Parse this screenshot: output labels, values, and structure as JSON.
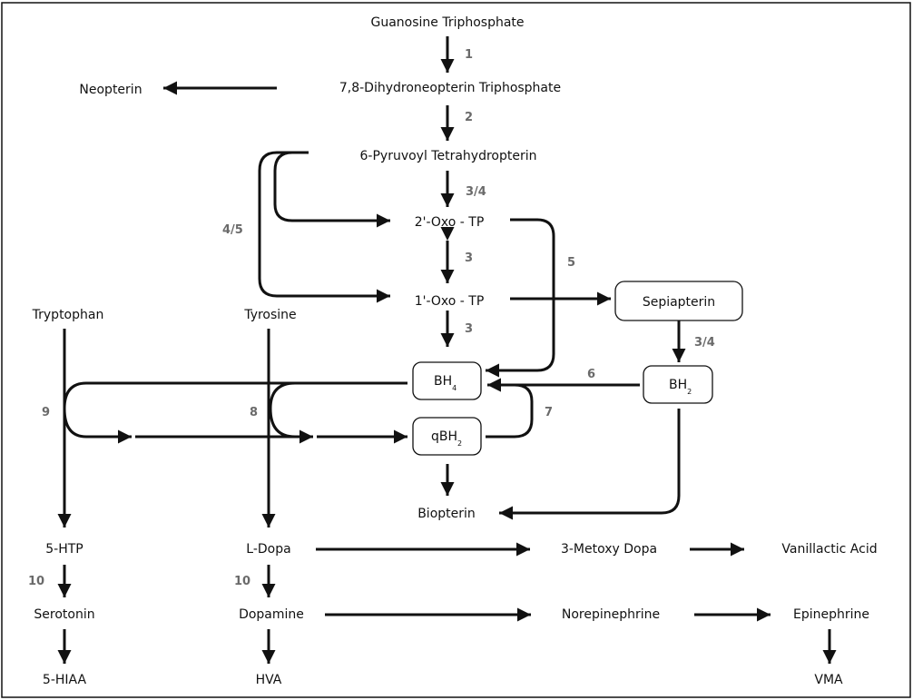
{
  "nodes": {
    "gtp": "Guanosine Triphosphate",
    "neopterin": "Neopterin",
    "dhntp": "7,8-Dihydroneopterin Triphosphate",
    "ptp": "6-Pyruvoyl Tetrahydropterin",
    "oxo2": "2'-Oxo - TP",
    "oxo1": "1'-Oxo - TP",
    "sepiapterin": "Sepiapterin",
    "tryptophan": "Tryptophan",
    "tyrosine": "Tyrosine",
    "bh4": "BH",
    "bh4_sub": "4",
    "bh2": "BH",
    "bh2_sub": "2",
    "qbh2": "qBH",
    "qbh2_sub": "2",
    "biopterin": "Biopterin",
    "htp": "5-HTP",
    "ldopa": "L-Dopa",
    "metoxy": "3-Metoxy Dopa",
    "vanillactic": "Vanillactic Acid",
    "serotonin": "Serotonin",
    "dopamine": "Dopamine",
    "norepinephrine": "Norepinephrine",
    "epinephrine": "Epinephrine",
    "hiaa": "5-HIAA",
    "hva": "HVA",
    "vma": "VMA"
  },
  "enzymes": {
    "e1": "1",
    "e2": "2",
    "e34a": "3/4",
    "e45": "4/5",
    "e3a": "3",
    "e5": "5",
    "e3b": "3",
    "e34b": "3/4",
    "e6": "6",
    "e9": "9",
    "e8": "8",
    "e7": "7",
    "e10a": "10",
    "e10b": "10"
  }
}
